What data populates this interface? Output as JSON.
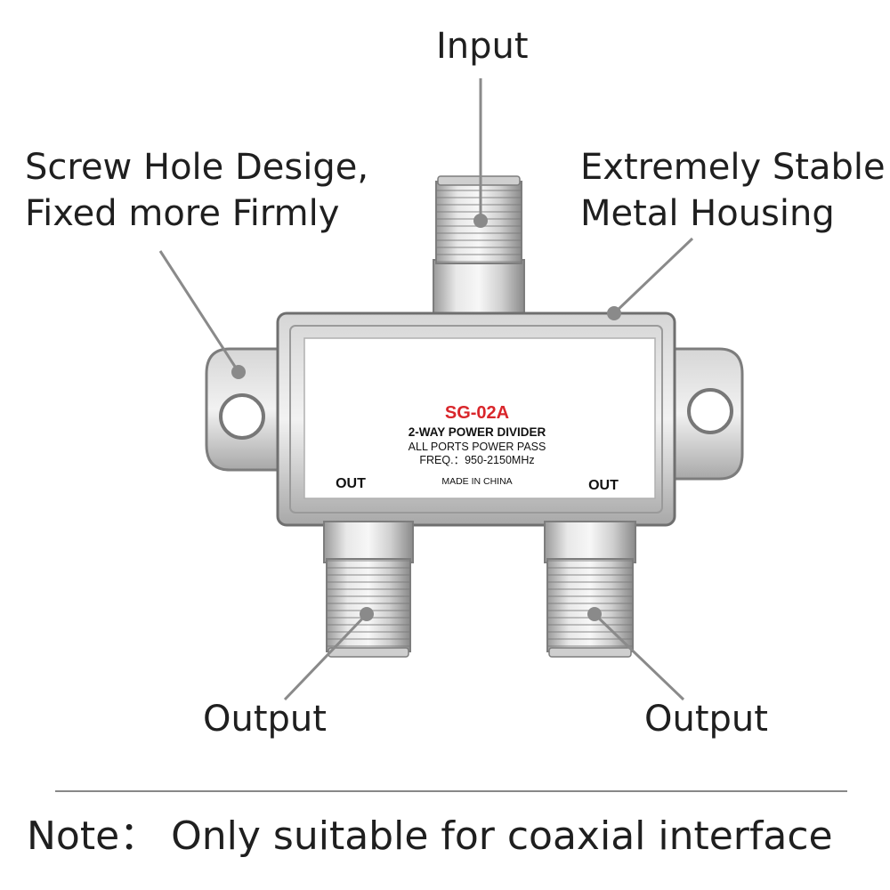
{
  "callouts": {
    "input": "Input",
    "screw_line1": "Screw Hole Desige,",
    "screw_line2": "Fixed more Firmly",
    "housing_line1": "Extremely Stable",
    "housing_line2": "Metal Housing",
    "output_left": "Output",
    "output_right": "Output"
  },
  "label": {
    "model": "SG-02A",
    "type": "2-WAY POWER DIVIDER",
    "ports": "ALL PORTS  POWER PASS",
    "freq": "FREQ.：950-2150MHz",
    "origin": "MADE IN CHINA",
    "out_left": "OUT",
    "out_right": "OUT"
  },
  "note": "Note：  Only suitable for coaxial interface",
  "colors": {
    "model_red": "#d9262b",
    "metal_light": "#e6e6e6",
    "metal_dark": "#8c8c8c",
    "leader_line": "#8a8a8a"
  }
}
